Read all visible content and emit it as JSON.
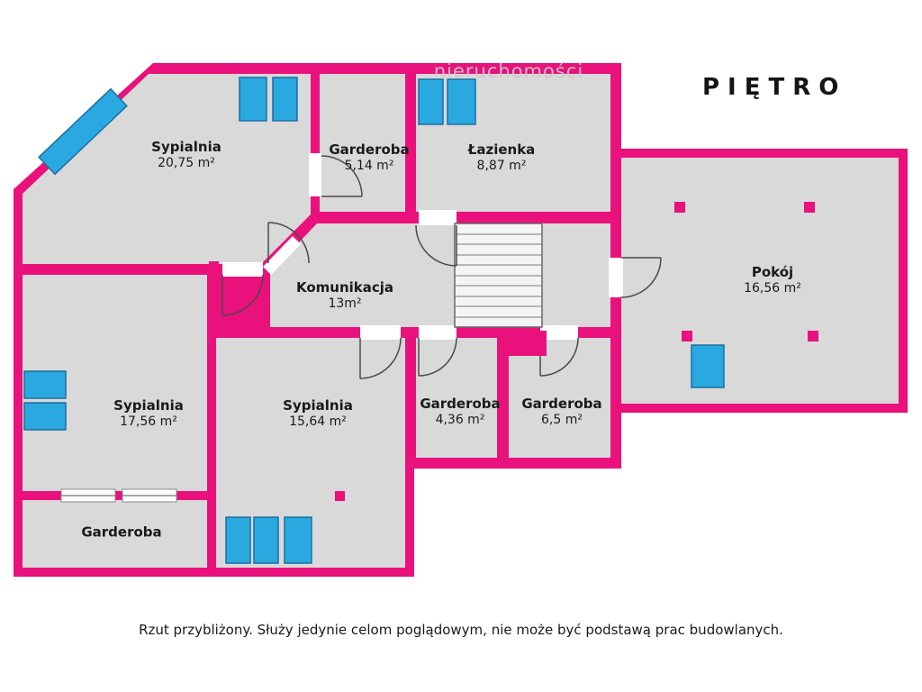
{
  "page": {
    "title": "PIĘTRO",
    "watermark": "nieruchomości",
    "disclaimer": "Rzut przybliżony. Służy jedynie celom poglądowym, nie może być podstawą prac budowlanych."
  },
  "colors": {
    "wall": "#e9117c",
    "floor": "#d9d9d9",
    "window": "#29a9e0",
    "text": "#1a1a1a",
    "watermark": "#c9c9c9"
  },
  "symbols": [
    {
      "name": "window-icon",
      "color": "#29a9e0"
    },
    {
      "name": "door-swing-arc-icon",
      "color": "#4a4a4a"
    },
    {
      "name": "staircase-icon",
      "color": "#f4f4f4"
    },
    {
      "name": "wall-marker-icon",
      "color": "#e9117c"
    }
  ],
  "rooms": [
    {
      "id": "sypialnia-1",
      "name": "Sypialnia",
      "area": "20,75 m²"
    },
    {
      "id": "garderoba-1",
      "name": "Garderoba",
      "area": "5,14 m²"
    },
    {
      "id": "lazienka",
      "name": "Łazienka",
      "area": "8,87 m²"
    },
    {
      "id": "pokoj",
      "name": "Pokój",
      "area": "16,56 m²"
    },
    {
      "id": "komunikacja",
      "name": "Komunikacja",
      "area": "13m²"
    },
    {
      "id": "sypialnia-2",
      "name": "Sypialnia",
      "area": "17,56 m²"
    },
    {
      "id": "sypialnia-3",
      "name": "Sypialnia",
      "area": "15,64 m²"
    },
    {
      "id": "garderoba-2",
      "name": "Garderoba",
      "area": "4,36 m²"
    },
    {
      "id": "garderoba-3",
      "name": "Garderoba",
      "area": "6,5 m²"
    },
    {
      "id": "garderoba-4",
      "name": "Garderoba",
      "area": ""
    }
  ]
}
